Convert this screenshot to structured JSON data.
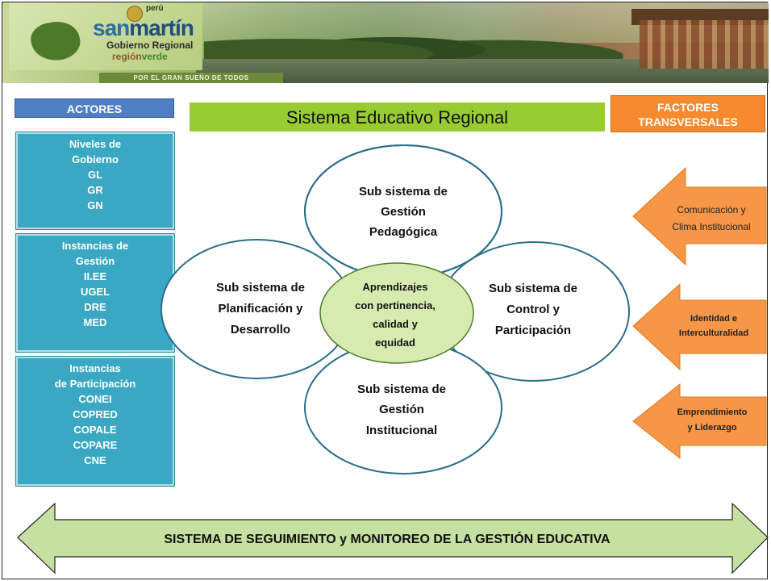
{
  "banner": {
    "logo_top": "perú",
    "logo_san": "san",
    "logo_martin": "martín",
    "logo_gobierno": "Gobierno Regional",
    "logo_region": "región",
    "logo_verde": "verde",
    "slogan": "POR EL GRAN SUEÑO DE TODOS"
  },
  "headers": {
    "actores": "ACTORES",
    "title": "Sistema Educativo Regional",
    "factores_line1": "FACTORES",
    "factores_line2": "TRANSVERSALES"
  },
  "actors": [
    {
      "lines": [
        "Niveles de",
        "Gobierno",
        "GL",
        "GR",
        "GN"
      ]
    },
    {
      "lines": [
        "Instancias de",
        "Gestión",
        "II.EE",
        "UGEL",
        "DRE",
        "MED"
      ]
    },
    {
      "lines": [
        "Instancias",
        "de Participación",
        "CONEI",
        "COPRED",
        "COPALE",
        "COPARE",
        "CNE"
      ]
    }
  ],
  "subsystems": {
    "top": [
      "Sub sistema de",
      "Gestión",
      "Pedagógica"
    ],
    "left": [
      "Sub sistema de",
      "Planificación y",
      "Desarrollo"
    ],
    "right": [
      "Sub sistema de",
      "Control y",
      "Participación"
    ],
    "bottom": [
      "Sub sistema  de",
      "Gestión",
      "Institucional"
    ],
    "center": [
      "Aprendizajes",
      "con pertinencia,",
      "calidad y",
      "equidad"
    ]
  },
  "factors": [
    {
      "lines": [
        "Comunicación  y",
        "Clima Institucional"
      ]
    },
    {
      "lines": [
        "Identidad  e",
        "Interculturalidad"
      ]
    },
    {
      "lines": [
        "Emprendimiento",
        "y Liderazgo"
      ]
    }
  ],
  "bottom_arrow": "SISTEMA DE SEGUIMIENTO y MONITOREO DE LA GESTIÓN EDUCATIVA",
  "colors": {
    "actores_header": "#4f7ec2",
    "title_bg": "#99cc33",
    "factores_header": "#f68a2e",
    "actor_box": "#3aa8c2",
    "factor_arrow": "#f79646",
    "center_fill": "#d7ebb0",
    "arrow_fill": "#c5e0a0"
  }
}
